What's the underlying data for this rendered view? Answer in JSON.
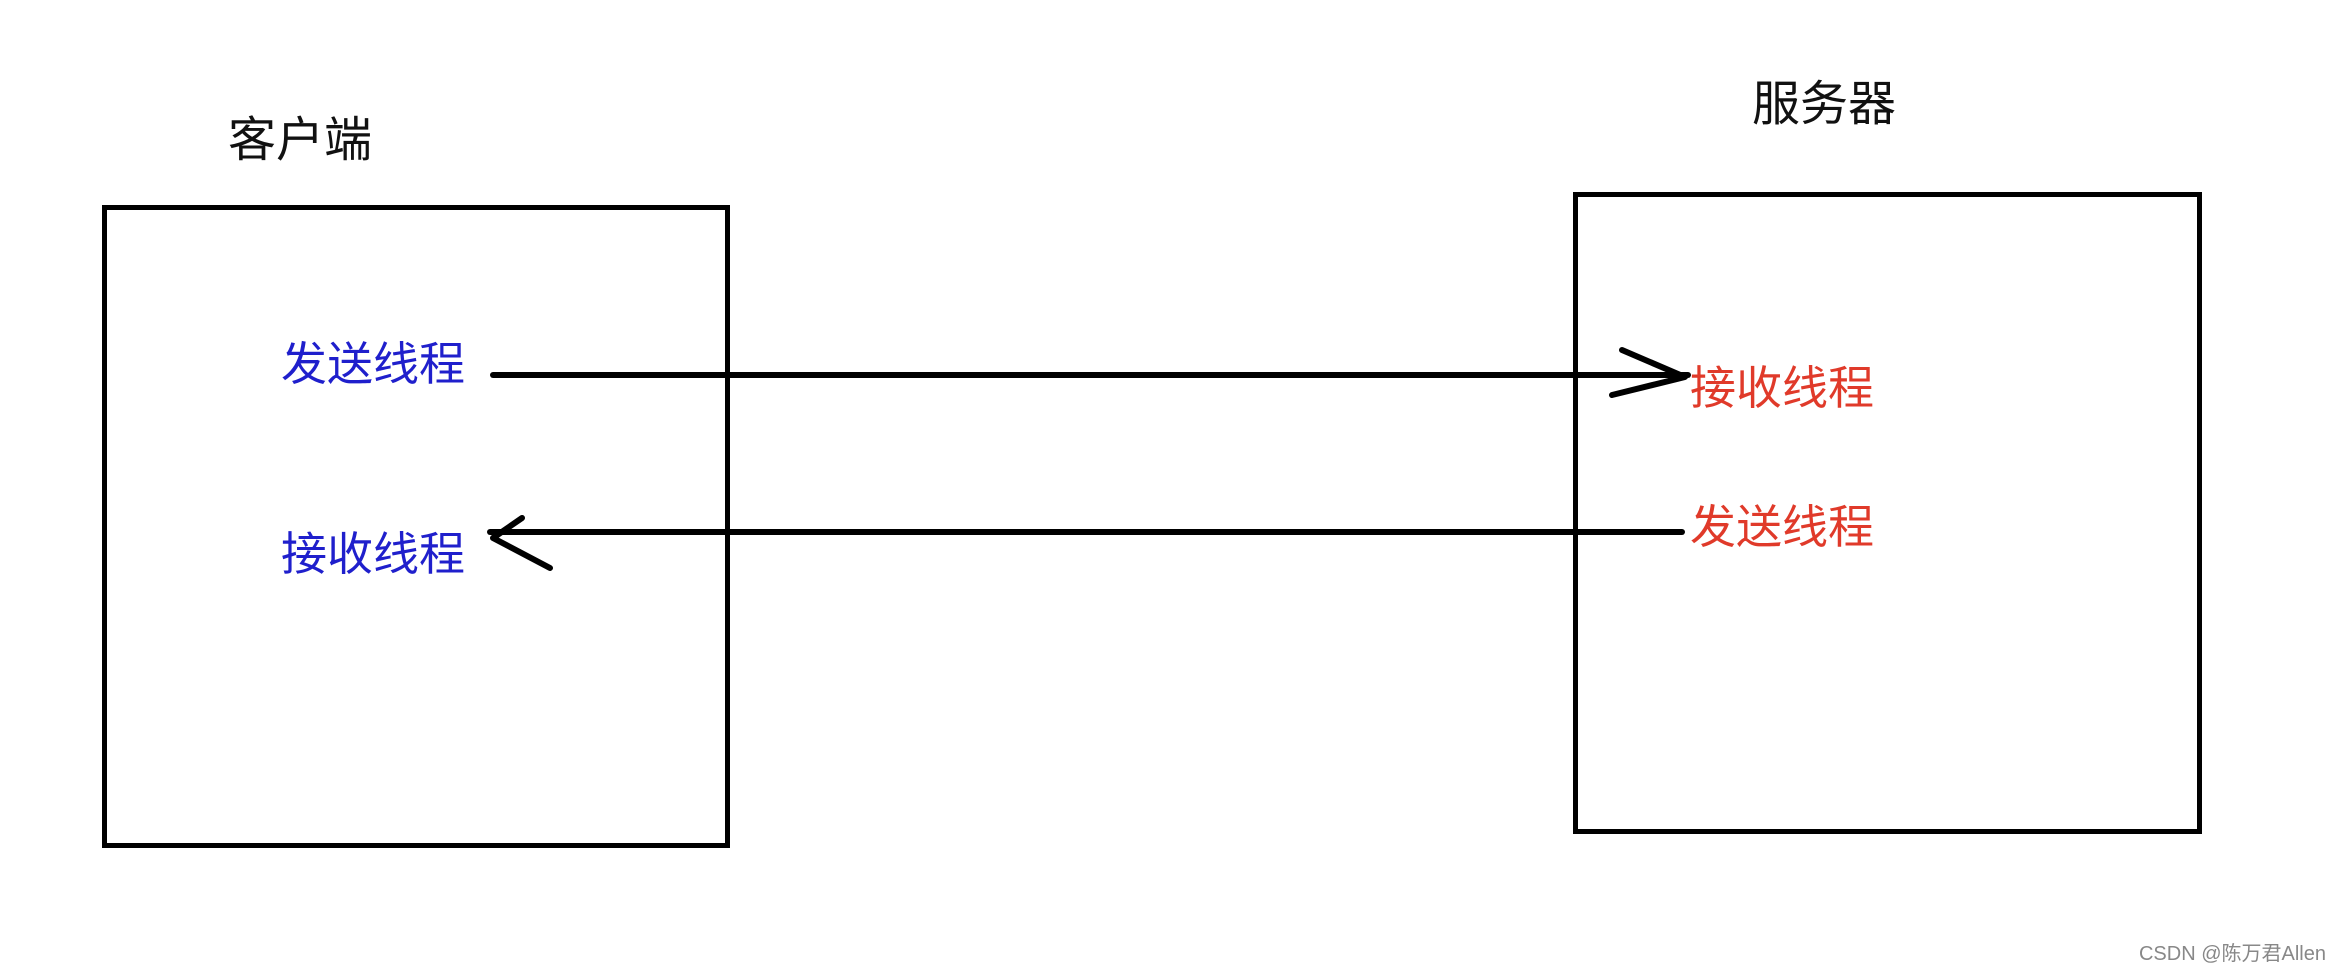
{
  "client": {
    "title": "客户端",
    "send_thread": "发送线程",
    "recv_thread": "接收线程"
  },
  "server": {
    "title": "服务器",
    "recv_thread": "接收线程",
    "send_thread": "发送线程"
  },
  "watermark": "CSDN @陈万君Allen",
  "colors": {
    "client_text": "#1f1fcc",
    "server_text": "#e03a2a",
    "line": "#000000"
  },
  "edges": [
    {
      "from": "client.send_thread",
      "to": "server.recv_thread"
    },
    {
      "from": "server.send_thread",
      "to": "client.recv_thread"
    }
  ]
}
